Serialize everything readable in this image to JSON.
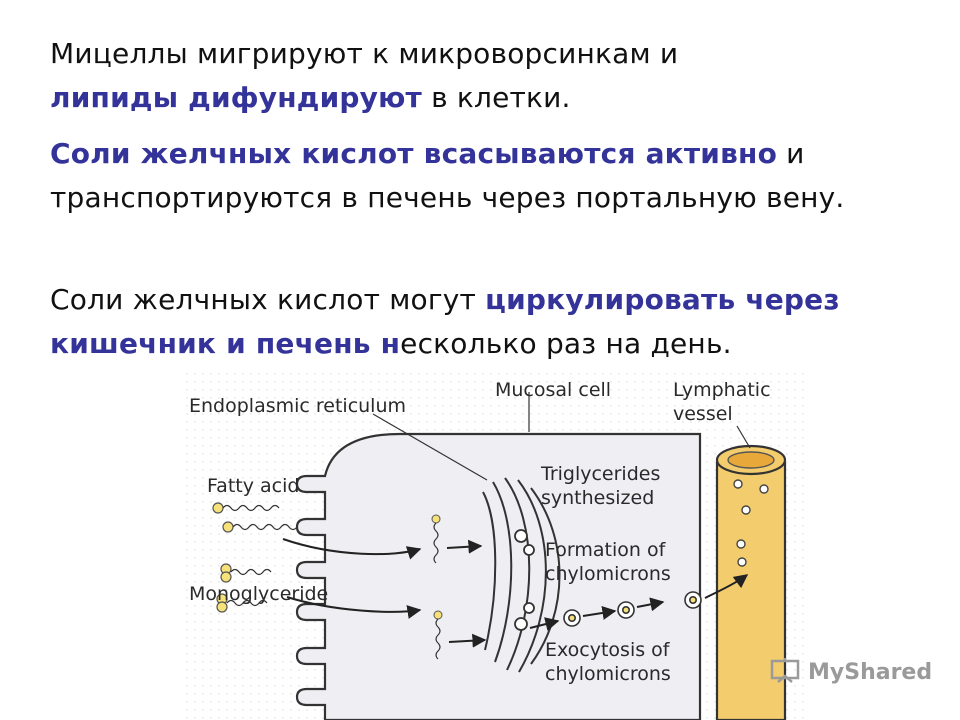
{
  "text": {
    "p1": {
      "a": "Мицеллы мигрируют к микроворсинкам и",
      "b": "липиды дифундируют",
      "c": " в клетки."
    },
    "p2": {
      "a": "Соли желчных кислот всасываются активно",
      "b": " и транспортируются в печень через портальную вену."
    },
    "p3": {
      "a": "Соли желчных кислот могут ",
      "b": "циркулировать через кишечник и печень н",
      "c": "есколько раз на день."
    }
  },
  "diagram": {
    "labels": {
      "er": "Endoplasmic reticulum",
      "mucosal": "Mucosal cell",
      "lymph1": "Lymphatic",
      "lymph2": "vessel",
      "fatty": "Fatty acid",
      "mono": "Monoglyceride",
      "trig1": "Triglycerides",
      "trig2": "synthesized",
      "form1": "Formation of",
      "form2": "chylomicrons",
      "exo1": "Exocytosis of",
      "exo2": "chylomicrons"
    }
  },
  "watermark": {
    "text": "MyShared"
  },
  "colors": {
    "highlight": "#333399",
    "cell_fill": "#eeeef3",
    "vessel_fill": "#f3cd6d",
    "lipid_fill": "#f7e27a"
  }
}
